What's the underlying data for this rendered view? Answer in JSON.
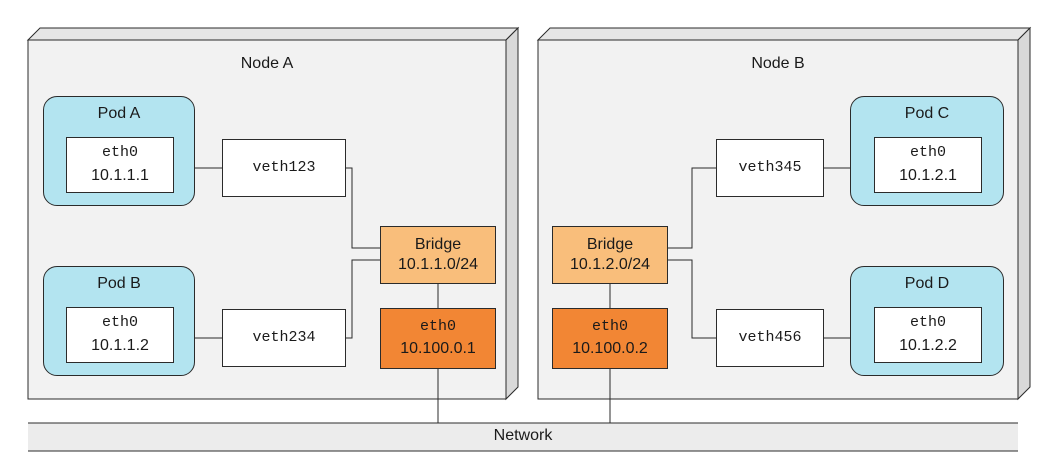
{
  "nodes": {
    "a": {
      "title": "Node A",
      "pods": {
        "a": {
          "title": "Pod A",
          "iface": "eth0",
          "ip": "10.1.1.1"
        },
        "b": {
          "title": "Pod B",
          "iface": "eth0",
          "ip": "10.1.1.2"
        }
      },
      "veths": [
        "veth123",
        "veth234"
      ],
      "bridge": {
        "label": "Bridge",
        "cidr": "10.1.1.0/24"
      },
      "host_iface": {
        "name": "eth0",
        "ip": "10.100.0.1"
      }
    },
    "b": {
      "title": "Node B",
      "pods": {
        "c": {
          "title": "Pod C",
          "iface": "eth0",
          "ip": "10.1.2.1"
        },
        "d": {
          "title": "Pod D",
          "iface": "eth0",
          "ip": "10.1.2.2"
        }
      },
      "veths": [
        "veth345",
        "veth456"
      ],
      "bridge": {
        "label": "Bridge",
        "cidr": "10.1.2.0/24"
      },
      "host_iface": {
        "name": "eth0",
        "ip": "10.100.0.2"
      }
    }
  },
  "network": {
    "label": "Network"
  },
  "colors": {
    "pod_fill": "#b3e4f0",
    "bridge_fill": "#f9be7b",
    "host_eth_fill": "#f28634",
    "node_fill": "#f2f2f2",
    "network_fill": "#ececec"
  }
}
